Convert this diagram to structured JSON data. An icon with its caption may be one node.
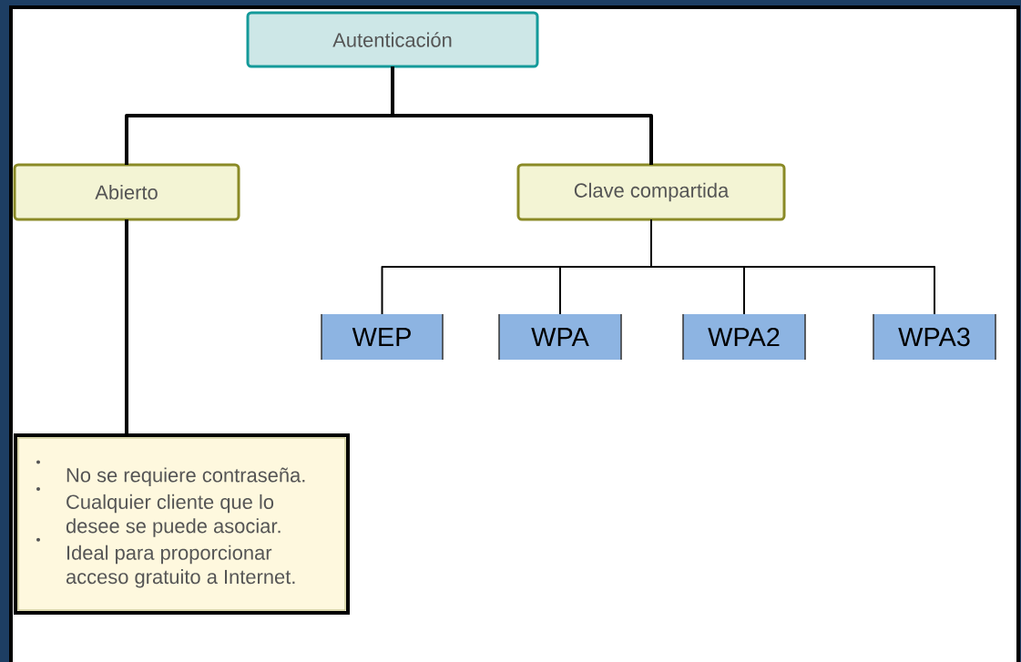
{
  "diagram": {
    "nodes": [
      {
        "text": [
          "Autenticación"
        ]
      },
      {
        "text": [
          "Abierto"
        ]
      },
      {
        "text": [
          "Clave compartida"
        ]
      },
      {
        "text": [
          "WEP"
        ]
      },
      {
        "text": [
          "WPA"
        ]
      },
      {
        "text": [
          "WPA2"
        ]
      },
      {
        "text": [
          "WPA3"
        ]
      },
      {
        "text": [
          "No se requiere contraseña.",
          "Cualquier cliente que lo desee se puede asociar.",
          "Ideal para proporcionar acceso gratuito a Internet."
        ]
      }
    ],
    "edges": [
      {
        "from": 0,
        "to": 1,
        "arrow": "none",
        "style": "thick"
      },
      {
        "from": 0,
        "to": 2,
        "arrow": "none",
        "style": "thick"
      },
      {
        "from": 2,
        "to": 3,
        "arrow": "none"
      },
      {
        "from": 2,
        "to": 4,
        "arrow": "none"
      },
      {
        "from": 2,
        "to": 5,
        "arrow": "none"
      },
      {
        "from": 2,
        "to": 6,
        "arrow": "none"
      },
      {
        "from": 1,
        "to": 7,
        "arrow": "none",
        "style": "thick"
      }
    ]
  }
}
